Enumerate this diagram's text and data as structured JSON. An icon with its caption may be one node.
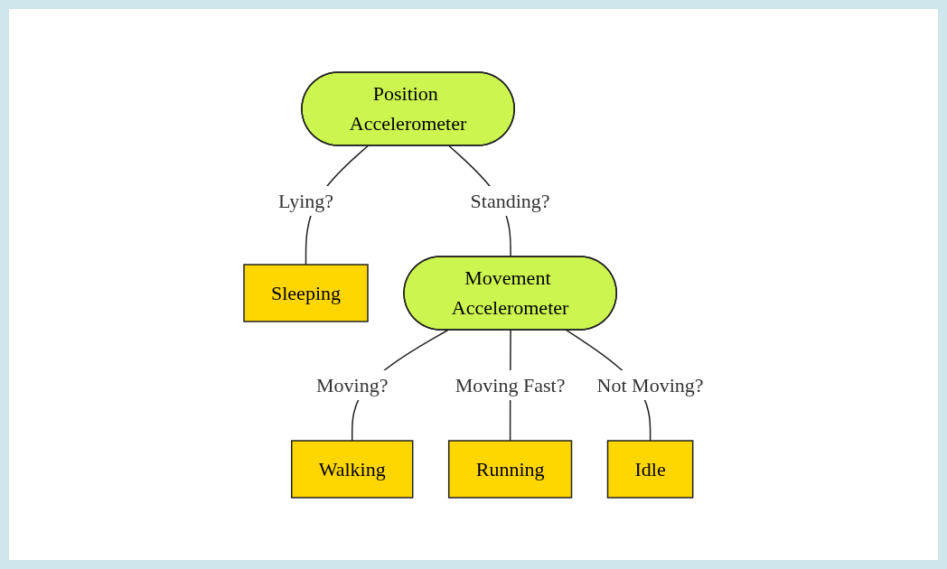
{
  "diagram": {
    "nodes": [
      {
        "text": [
          "Position Accelerometer"
        ]
      },
      {
        "text": [
          "Sleeping"
        ]
      },
      {
        "text": [
          "Movement Accelerometer"
        ]
      },
      {
        "text": [
          "Walking"
        ]
      },
      {
        "text": [
          "Running"
        ]
      },
      {
        "text": [
          "Idle"
        ]
      }
    ],
    "edges": [
      {
        "from": 0,
        "to": 1,
        "label": "Lying?",
        "arrow": "none"
      },
      {
        "from": 0,
        "to": 2,
        "label": "Standing?",
        "arrow": "none"
      },
      {
        "from": 2,
        "to": 3,
        "label": "Moving?",
        "arrow": "none"
      },
      {
        "from": 2,
        "to": 4,
        "label": "Moving Fast?",
        "arrow": "none"
      },
      {
        "from": 2,
        "to": 5,
        "label": "Not Moving?",
        "arrow": "none"
      }
    ]
  }
}
